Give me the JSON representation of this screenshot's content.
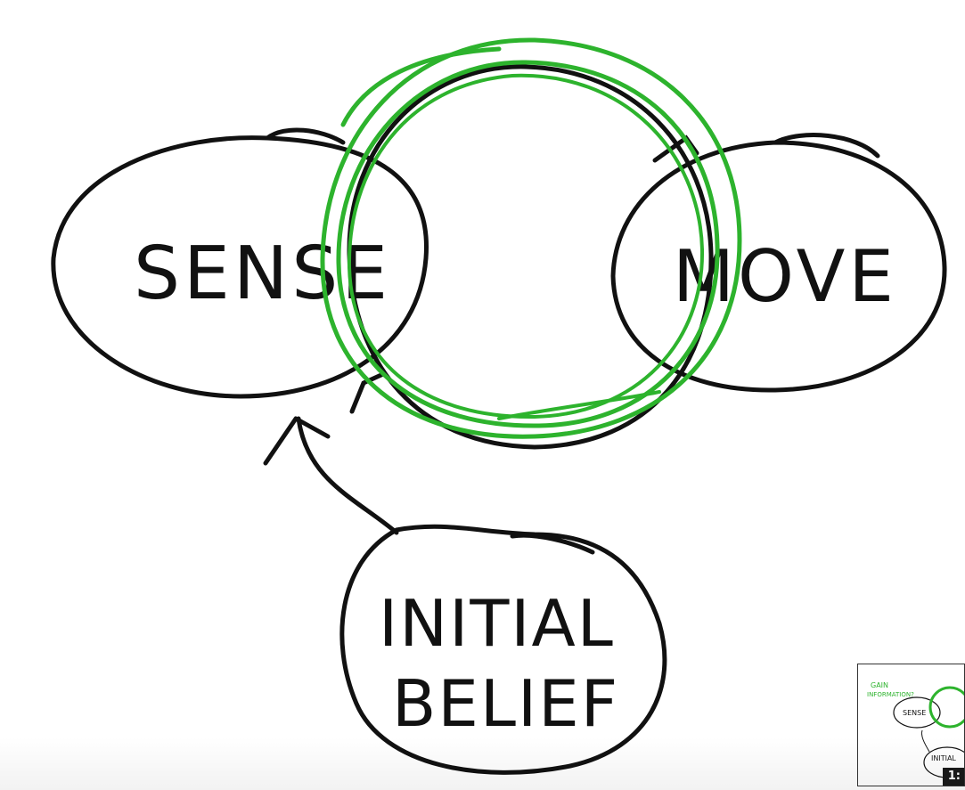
{
  "diagram": {
    "nodes": {
      "sense": "SENSE",
      "move": "MOVE",
      "initial_line1": "INITIAL",
      "initial_line2": "BELIEF"
    },
    "highlight_color": "#2db32d",
    "ink_color": "#111111"
  },
  "thumbnail": {
    "caption_line1": "GAIN",
    "caption_line2": "INFORMATION?",
    "sense": "SENSE",
    "initial": "INITIAL",
    "badge": "1:"
  }
}
